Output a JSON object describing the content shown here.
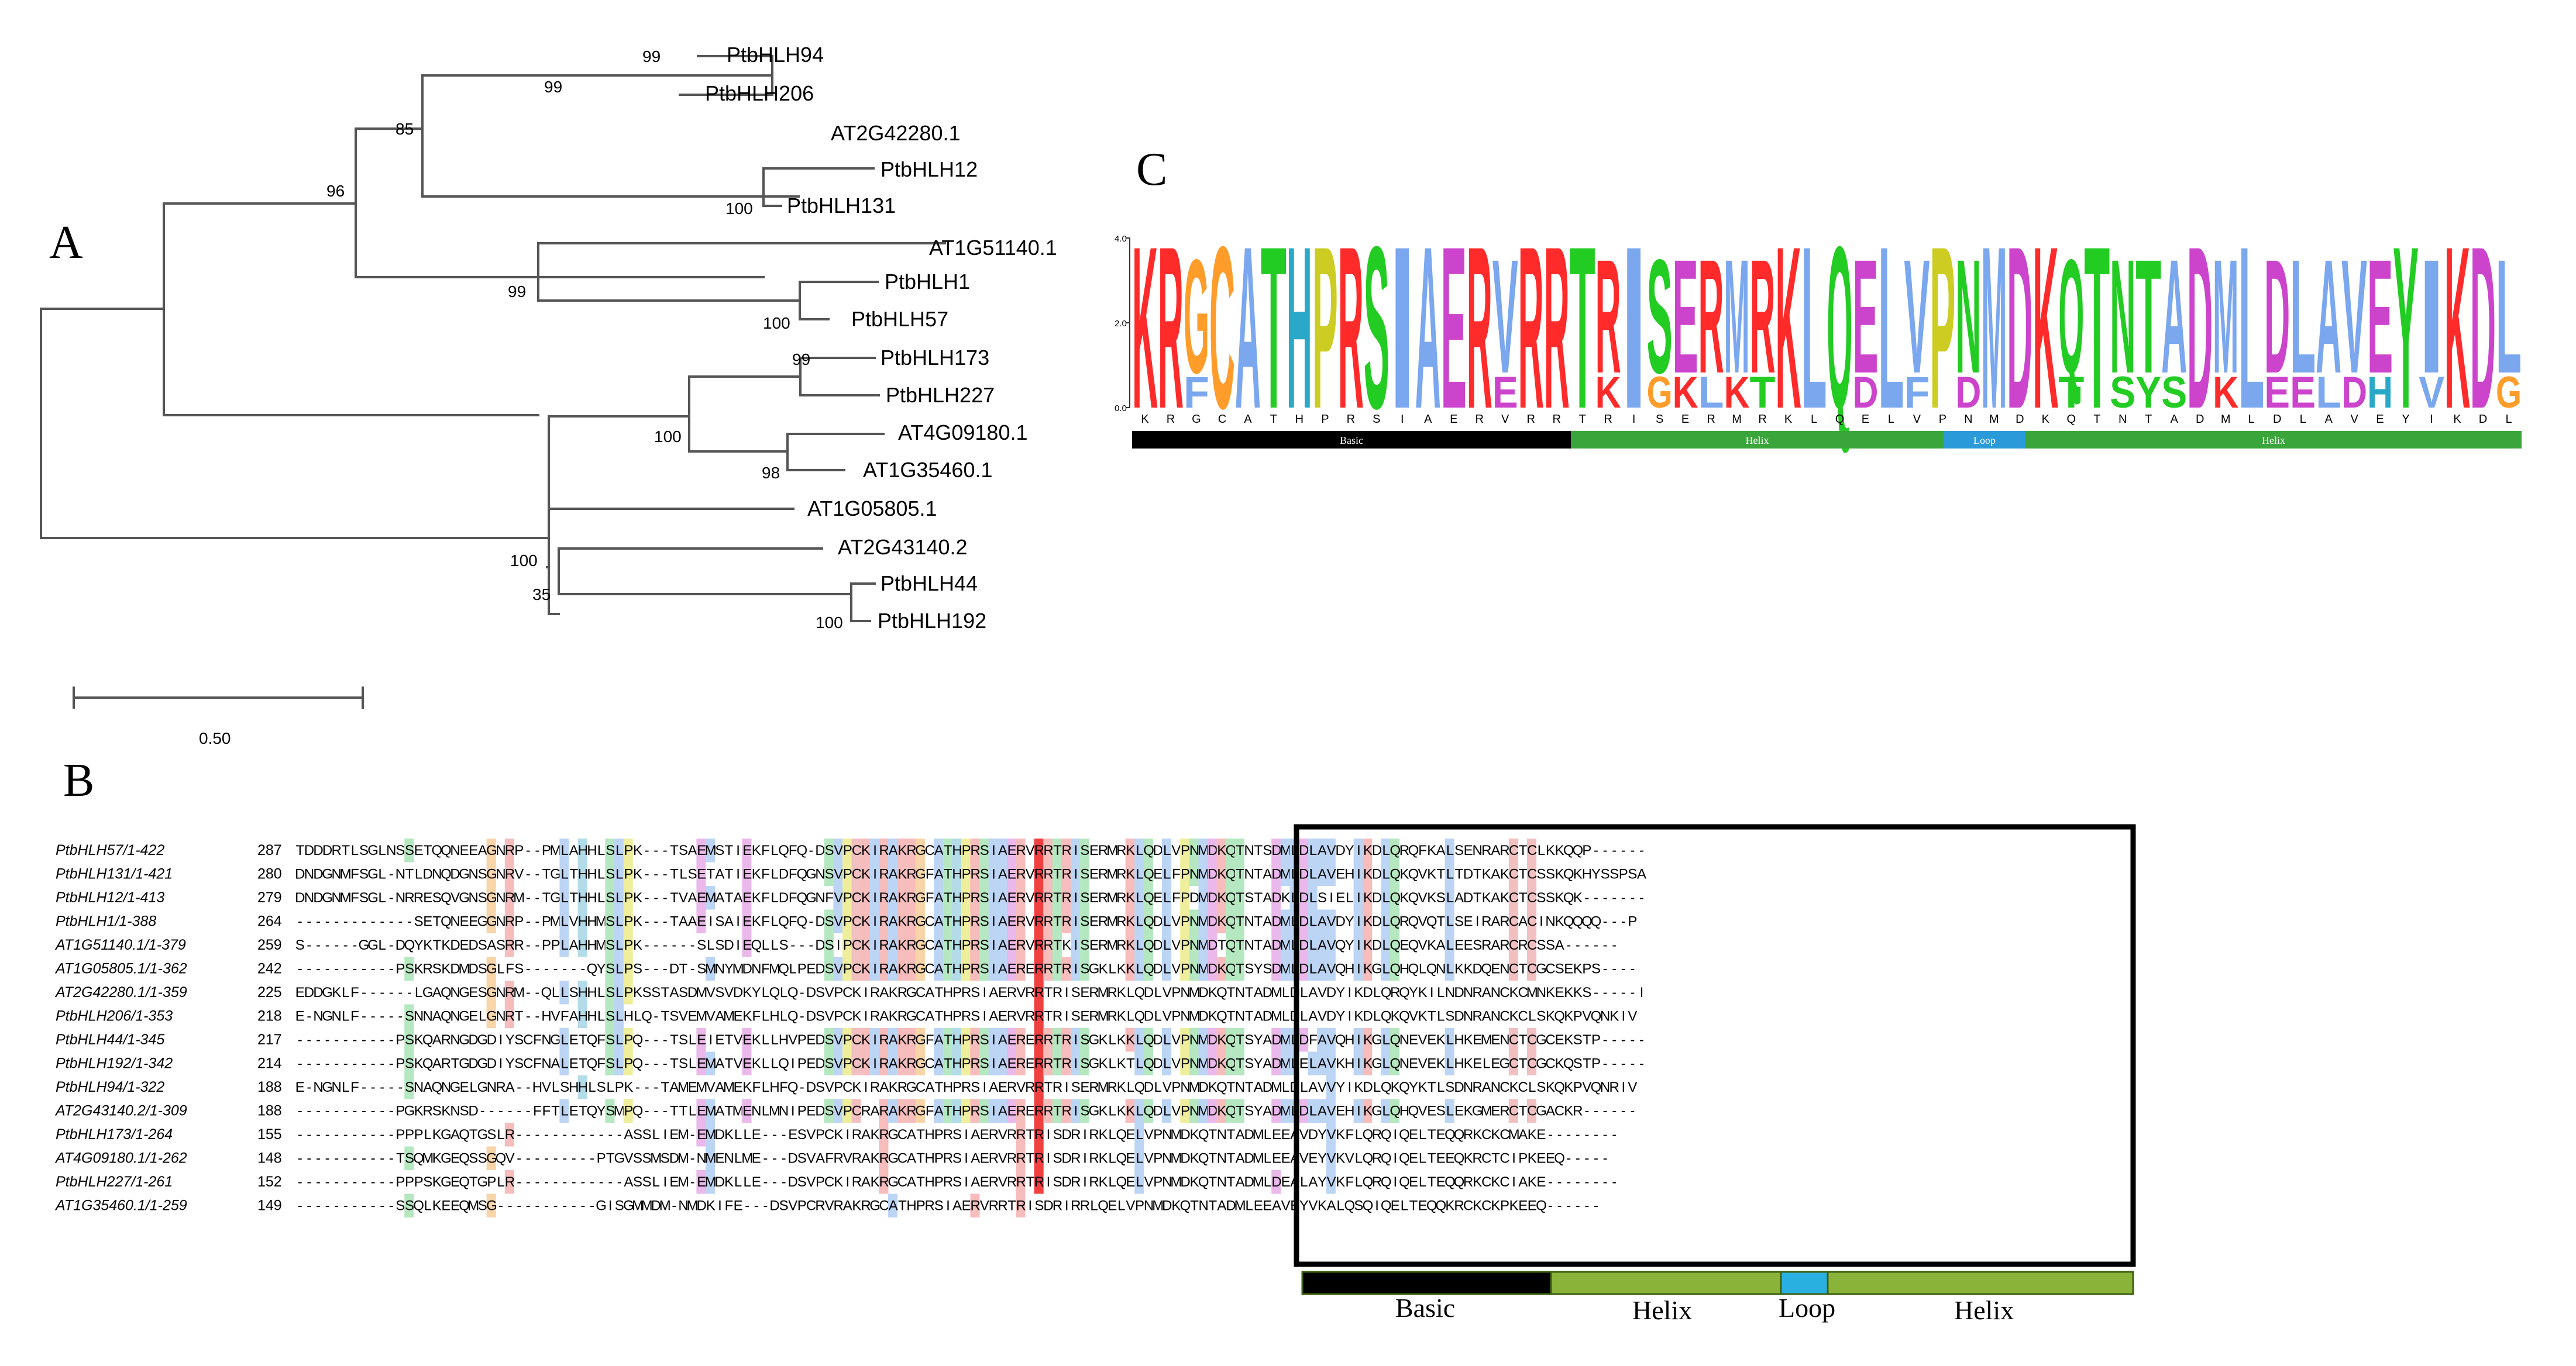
{
  "panels": {
    "a": "A",
    "b": "B",
    "c": "C"
  },
  "tree": {
    "leaves": [
      "PtbHLH94",
      "PtbHLH206",
      "AT2G42280.1",
      "PtbHLH12",
      "PtbHLH131",
      "AT1G51140.1",
      "PtbHLH1",
      "PtbHLH57",
      "PtbHLH173",
      "PtbHLH227",
      "AT4G09180.1",
      "AT1G35460.1",
      "AT1G05805.1",
      "AT2G43140.2",
      "PtbHLH44",
      "PtbHLH192"
    ],
    "bootstrap": [
      "99",
      "99",
      "85",
      "100",
      "96",
      "99",
      "100",
      "99",
      "100",
      "98",
      "100",
      "35",
      "100"
    ],
    "scale_label": "0.50"
  },
  "logo": {
    "y_ticks": [
      "4.0",
      "2.0",
      "0.0"
    ],
    "consensus": [
      "K",
      "R",
      "G",
      "C",
      "A",
      "T",
      "H",
      "P",
      "R",
      "S",
      "I",
      "A",
      "E",
      "R",
      "V",
      "R",
      "R",
      "T",
      "R",
      "I",
      "S",
      "E",
      "R",
      "M",
      "R",
      "K",
      "L",
      "Q",
      "E",
      "L",
      "V",
      "P",
      "N",
      "M",
      "D",
      "K",
      "Q",
      "T",
      "N",
      "T",
      "A",
      "D",
      "M",
      "L",
      "D",
      "L",
      "A",
      "V",
      "E",
      "Y",
      "I",
      "K",
      "D",
      "L"
    ],
    "secondary": [
      "",
      "",
      "F",
      "",
      "",
      "",
      "",
      "",
      "",
      "",
      "",
      "",
      "",
      "",
      "E",
      "",
      "",
      "",
      "K",
      "",
      "G",
      "K",
      "L",
      "K",
      "T",
      "",
      "",
      "",
      "D",
      "",
      "F",
      "",
      "D",
      "",
      "",
      "",
      "T",
      "",
      "S",
      "Y",
      "S",
      "",
      "K",
      "",
      "E",
      "E",
      "L",
      "D",
      "H",
      "",
      "V",
      "",
      "",
      "G"
    ],
    "domain_bar": [
      {
        "label": "Basic",
        "color": "#000000"
      },
      {
        "label": "Helix",
        "color": "#3aa53a"
      },
      {
        "label": "Loop",
        "color": "#2a9ad8"
      },
      {
        "label": "Helix",
        "color": "#3aa53a"
      }
    ]
  },
  "alignment": {
    "rows": [
      {
        "name": "PtbHLH57/1-422",
        "start": "287",
        "seq": "TDDDRTLSGLNSSETQQNEEAGNRP--PMLAHHLSLPK---TSAEMSTIEKFLQFQ-DSVPCKIRAKRGCATHPRSIAERVRRTRISERMRKLQDLVPNMDKQTNTSDMLDLAVDYIKDLQRQFKALSENRARCTCLKKQQP------"
      },
      {
        "name": "PtbHLH131/1-421",
        "start": "280",
        "seq": "DNDGNMFSGL-NTLDNQDGNSGNRV--TGLTHHLSLPK---TLSETATIEKFLDFQGNSVPCKIRAKRGFATHPRSIAERVRRTRISERMRKLQELFPNMDKQTNTADMLDLAVEHIKDLQKQVKTLTDTKAKCTCSSKQKHYSSPSA"
      },
      {
        "name": "PtbHLH12/1-413",
        "start": "279",
        "seq": "DNDGNMFSGL-NRRESQVGNSGNRM--TGLTHHLSLPK---TVAEMATAEKFLDFQGNFVPCKIRAKRGFATHPRSIAERVRRTRISERMRKLQELFPDMDKQTSTADKLDLSIELIKDLQKQVKSLADTKAKCTCSSKQK-------"
      },
      {
        "name": "PtbHLH1/1-388",
        "start": "264",
        "seq": "-------------SETQNEEGGNRP--PMLVHHMSLPK---TAAEISAIEKFLQFQ-DSVPCKIRAKRGCATHPRSIAERVRRTRISERMRKLQDLVPNMDKQTNTADMLDLAVDYIKDLQRQVQTLSEIRARCACINKQQQQ---P"
      },
      {
        "name": "AT1G51140.1/1-379",
        "start": "259",
        "seq": "S------GGL-DQYKTKDEDSASRR--PPLAHHMSLPK------SLSDIEQLLS---DSIPCKIRAKRGCATHPRSIAERVRRTKISERMRKLQDLVPNMDTQTNTADMLDLAVQYIKDLQEQVKALEESRARCRCSSA------"
      },
      {
        "name": "AT1G05805.1/1-362",
        "start": "242",
        "seq": "-----------PSKRSKDMDSGLFS-------QYSLPS---DT-SMNYMDNFMQLPEDSVPCKIRAKRGCATHPRSIAERERRTRISGKLKKLQDLVPNMDKQTSYSDMLDLAVQHIKGLQHQLQNLKKDQENCTCGCSEKPS----"
      },
      {
        "name": "AT2G42280.1/1-359",
        "start": "225",
        "seq": "EDDGKLF------LGAQNGESGNRM--QLLSHHLSLPKSSTASDMVSVDKYLQLQ-DSVPCKIRAKRGCATHPRSIAERVRRTRISERMRKLQDLVPNMDKQTNTADMLDLAVDYIKDLQRQYKILNDNRANCKCMNKEKKS-----I"
      },
      {
        "name": "PtbHLH206/1-353",
        "start": "218",
        "seq": "E-NGNLF-----SNNAQNGELGNRT--HVFAHHLSLHLQ-TSVEMVAMEKFLHLQ-DSVPCKIRAKRGCATHPRSIAERVRRTRISERMRKLQDLVPNMDKQTNTADMLDLAVDYIKDLQKQVKTLSDNRANCKCLSKQKPVQNKIV"
      },
      {
        "name": "PtbHLH44/1-345",
        "start": "217",
        "seq": "-----------PSKQARNGDGDIYSCFNGLETQFSLPQ---TSLEIETVEKLLHVPEDSVPCKIRAKRGFATHPRSIAERERRTRISGKLKKLQDLVPNMDKQTSYADMLDFAVQHIKGLQNEVEKLHKEMENCTCGCEKSTP-----"
      },
      {
        "name": "PtbHLH192/1-342",
        "start": "214",
        "seq": "-----------PSKQARTGDGDIYSCFNALETQFSLPQ---TSLEMATVEKLLQIPEDSVPCKIRAKRGCATHPRSIAERERRTRISGKLKTLQDLVPNMDKQTSYADMLELAVKHIKGLQNEVEKLHKELEGCTCGCKQSTP-----"
      },
      {
        "name": "PtbHLH94/1-322",
        "start": "188",
        "seq": "E-NGNLF-----SNAQNGELGNRA--HVLSHHLSLPK---TAMEMVAMEKFLHFQ-DSVPCKIRAKRGCATHPRSIAERVRRTRISERMRKLQDLVPNMDKQTNTADMLDLAVVYIKDLQKQYKTLSDNRANCKCLSKQKPVQNRIV"
      },
      {
        "name": "AT2G43140.2/1-309",
        "start": "188",
        "seq": "-----------PGKRSKNSD------FFTLETQYSMPQ---TTLEMATMENLMNIPEDSVPCRARAKRGFATHPRSIAERERRTRISGKLKKLQDLVPNMDKQTSYADMLDLAVEHIKGLQHQVESLEKGMERCTCGACKR------"
      },
      {
        "name": "PtbHLH173/1-264",
        "start": "155",
        "seq": "-----------PPPLKGAQTGSLR------------ASSLIEM-EMDKLLE---ESVPCKIRAKRGCATHPRSIAERVRRTRISDRIRKLQELVPNMDKQTNTADMLEEAVDYVKFLQRQIQELTEQQRKCKCMAKE--------"
      },
      {
        "name": "AT4G09180.1/1-262",
        "start": "148",
        "seq": "-----------TSQMKGEQSSGQV---------PTGVSSMSDM-NMENLME---DSVAFRVRAKRGCATHPRSIAERVRRTRISDRIRKLQELVPNMDKQTNTADMLEEAVEYVKVLQRQIQELTEEQKRCTCIPKEEQ-----"
      },
      {
        "name": "PtbHLH227/1-261",
        "start": "152",
        "seq": "-----------PPPSKGEQTGPLR------------ASSLIEM-EMDKLLE---DSVPCKIRAKRGCATHPRSIAERVRRTRISDRIRKLQELVPNMDKQTNTADMLDEALAYVKFLQRQIQELTEQQRKCKCIAKE--------"
      },
      {
        "name": "AT1G35460.1/1-259",
        "start": "149",
        "seq": "-----------SSQLKEEQMSG-----------GISGMMDM-NMDKIFE---DSVPCRVRAKRGCATHPRSIAERVRRTRISDRIRRLQELVPNMDKQTNTADMLEEAVEYVKALQSQIQELTEQQKRCKCKPKEEQ------"
      }
    ],
    "domain_labels": [
      "Basic",
      "Helix",
      "Loop",
      "Helix"
    ]
  }
}
